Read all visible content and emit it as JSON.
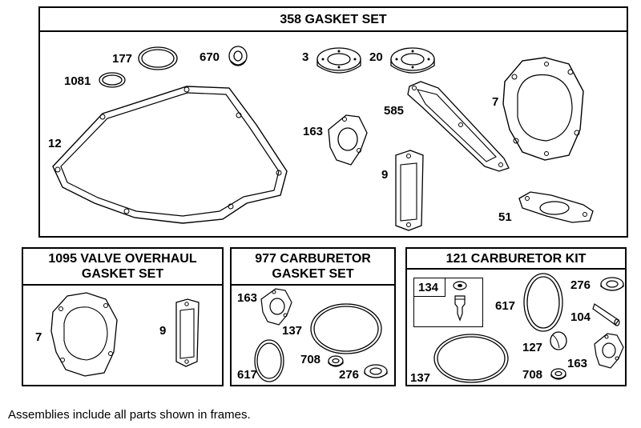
{
  "frames": {
    "gasket_set": {
      "title": "358 GASKET SET",
      "parts": [
        "177",
        "670",
        "3",
        "20",
        "1081",
        "12",
        "163",
        "585",
        "7",
        "9",
        "51"
      ]
    },
    "valve_overhaul": {
      "title_line1": "1095 VALVE OVERHAUL",
      "title_line2": "GASKET SET",
      "parts": [
        "7",
        "9"
      ]
    },
    "carb_gasket": {
      "title_line1": "977 CARBURETOR",
      "title_line2": "GASKET SET",
      "parts": [
        "163",
        "137",
        "617",
        "708",
        "276"
      ]
    },
    "carb_kit": {
      "title": "121 CARBURETOR KIT",
      "subkit": "134",
      "parts": [
        "617",
        "276",
        "104",
        "127",
        "163",
        "137",
        "708"
      ]
    }
  },
  "footnote": "Assemblies include all parts shown in frames."
}
